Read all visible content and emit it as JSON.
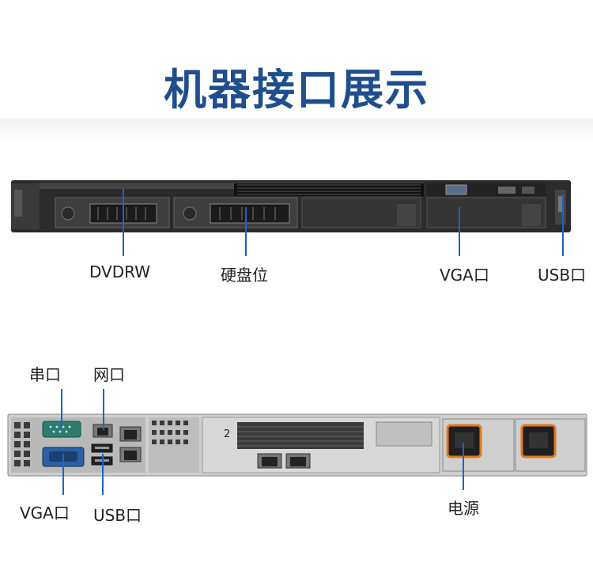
{
  "title": "机器接口展示",
  "front": {
    "labels": {
      "dvdrw": "DVDRW",
      "hdd_bay": "硬盘位",
      "vga": "VGA口",
      "usb": "USB口"
    }
  },
  "rear": {
    "labels": {
      "serial": "串口",
      "network": "网口",
      "vga": "VGA口",
      "usb": "USB口",
      "power": "电源"
    },
    "slot_number": "2"
  },
  "colors": {
    "title": "#1e4e8c",
    "pointer_line": "#1d64c8",
    "power_accent": "#e07a1a"
  }
}
